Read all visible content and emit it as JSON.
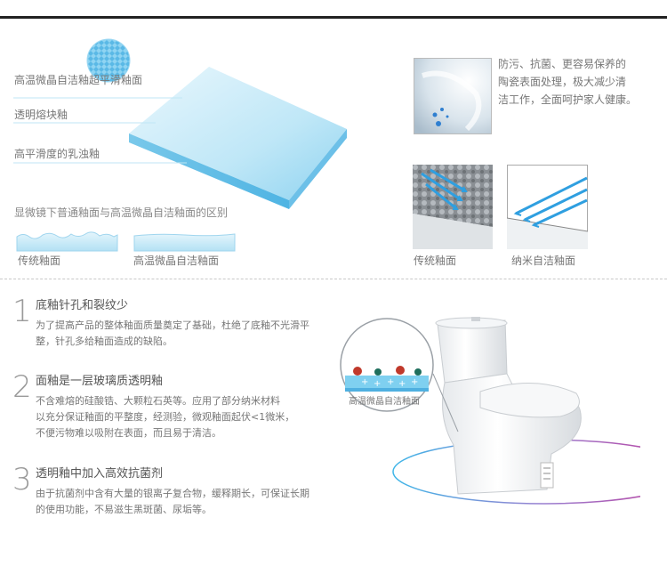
{
  "glaze_diagram": {
    "layer_top": "高温微晶自洁釉超平滑釉面",
    "layer_middle": "透明熔块釉",
    "layer_bottom": "高平滑度的乳浊釉",
    "compare_title": "显微镜下普通釉面与高温微晶自洁釉面的区别",
    "traditional_label": "传统釉面",
    "self_clean_label": "高温微晶自洁釉面"
  },
  "benefit": {
    "text_line1": "防污、抗菌、更容易保养的",
    "text_line2": "陶瓷表面处理，极大减少清",
    "text_line3": "洁工作，全面呵护家人健康。"
  },
  "surface_compare": {
    "traditional_label": "传统釉面",
    "nano_label": "纳米自洁釉面"
  },
  "features": [
    {
      "number": "1",
      "title": "底釉针孔和裂纹少",
      "desc_line1": "为了提高产品的整体釉面质量奠定了基础，杜绝了底釉不光滑平",
      "desc_line2": "整，针孔多给釉面造成的缺陷。"
    },
    {
      "number": "2",
      "title": "面釉是一层玻璃质透明釉",
      "desc_line1": "不含难熔的硅酸锆、大颗粒石英等。应用了部分纳米材料",
      "desc_line2": "以充分保证釉面的平整度，经测验，微观釉面起伏<1微米，",
      "desc_line3": "不便污物难以吸附在表面，而且易于清洁。"
    },
    {
      "number": "3",
      "title": "透明釉中加入高效抗菌剂",
      "desc_line1": "由于抗菌剂中含有大量的银离子复合物，缓释期长，可保证长期",
      "desc_line2": "的使用功能，不易滋生黑斑菌、尿垢等。"
    }
  ],
  "toilet_callout": {
    "label": "高温微晶自洁釉面"
  }
}
